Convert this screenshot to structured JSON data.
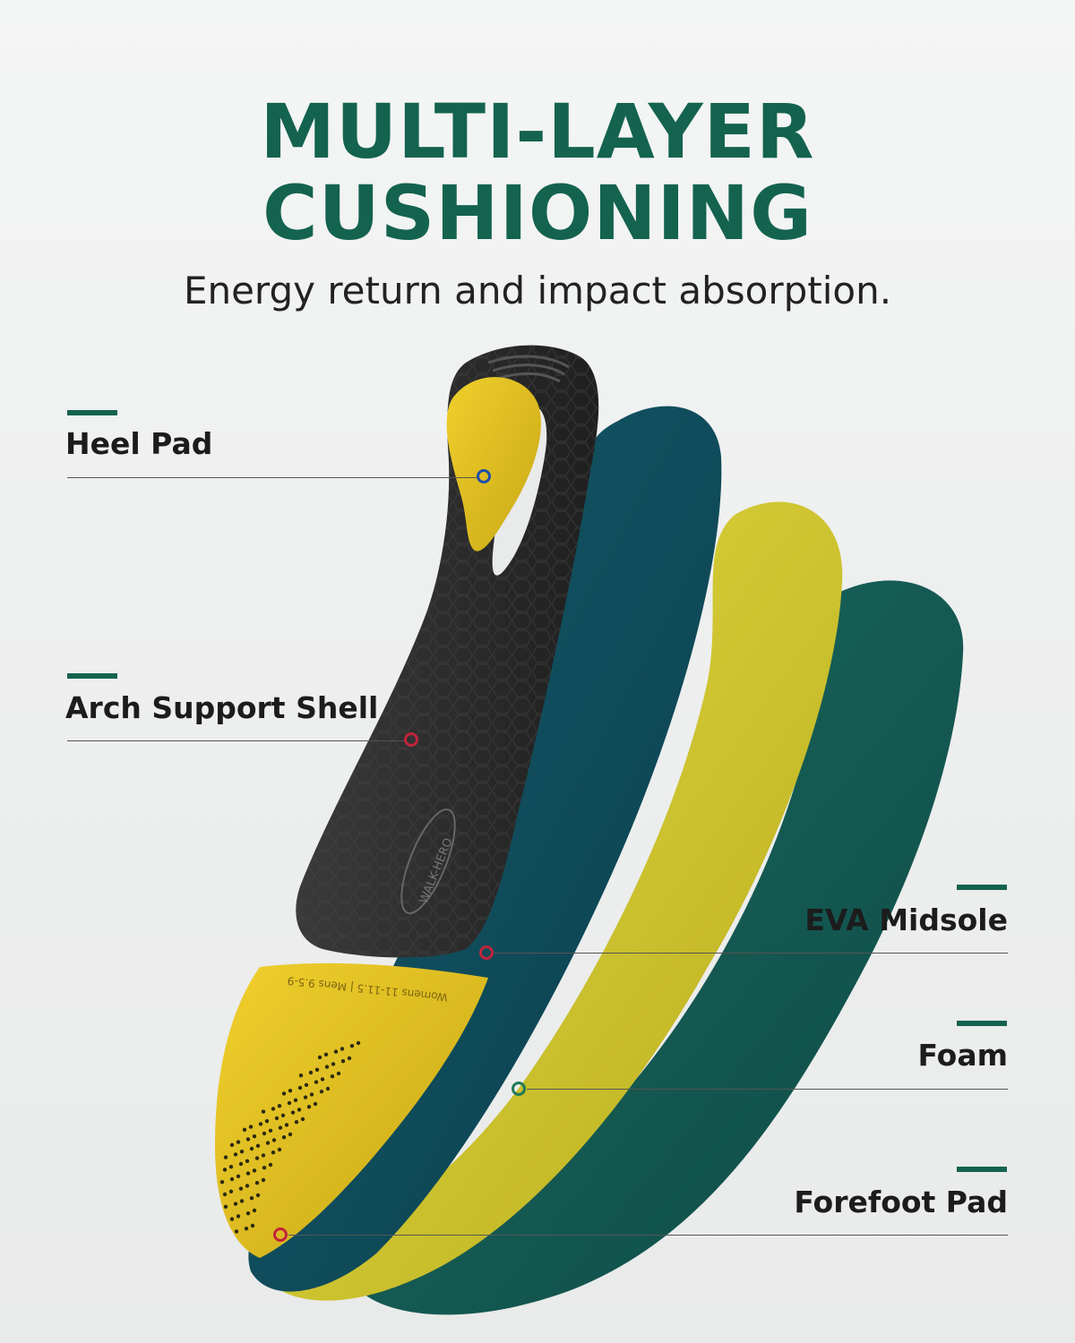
{
  "header": {
    "title_line1": "MULTI-LAYER",
    "title_line2": "CUSHIONING",
    "subtitle": "Energy return and impact absorption."
  },
  "colors": {
    "brand_green": "#14634f",
    "teal_layer": "#0f4e5e",
    "yellow_layer": "#d8cf2e",
    "green_layer": "#14594f",
    "shell_black": "#2a2a2a",
    "pad_yellow": "#e6c21f"
  },
  "callouts": [
    {
      "id": "heel",
      "label": "Heel Pad",
      "marker_color": "#1f4fa8"
    },
    {
      "id": "arch",
      "label": "Arch Support Shell",
      "marker_color": "#c0243c"
    },
    {
      "id": "eva",
      "label": "EVA Midsole",
      "marker_color": "#c0243c"
    },
    {
      "id": "foam",
      "label": "Foam",
      "marker_color": "#1f7a55"
    },
    {
      "id": "forefoot",
      "label": "Forefoot Pad",
      "marker_color": "#c0243c"
    }
  ],
  "product": {
    "brand_mark": "WALK-HERO",
    "size_text": "Womens 11-11.5 | Mens 9.5-9"
  }
}
